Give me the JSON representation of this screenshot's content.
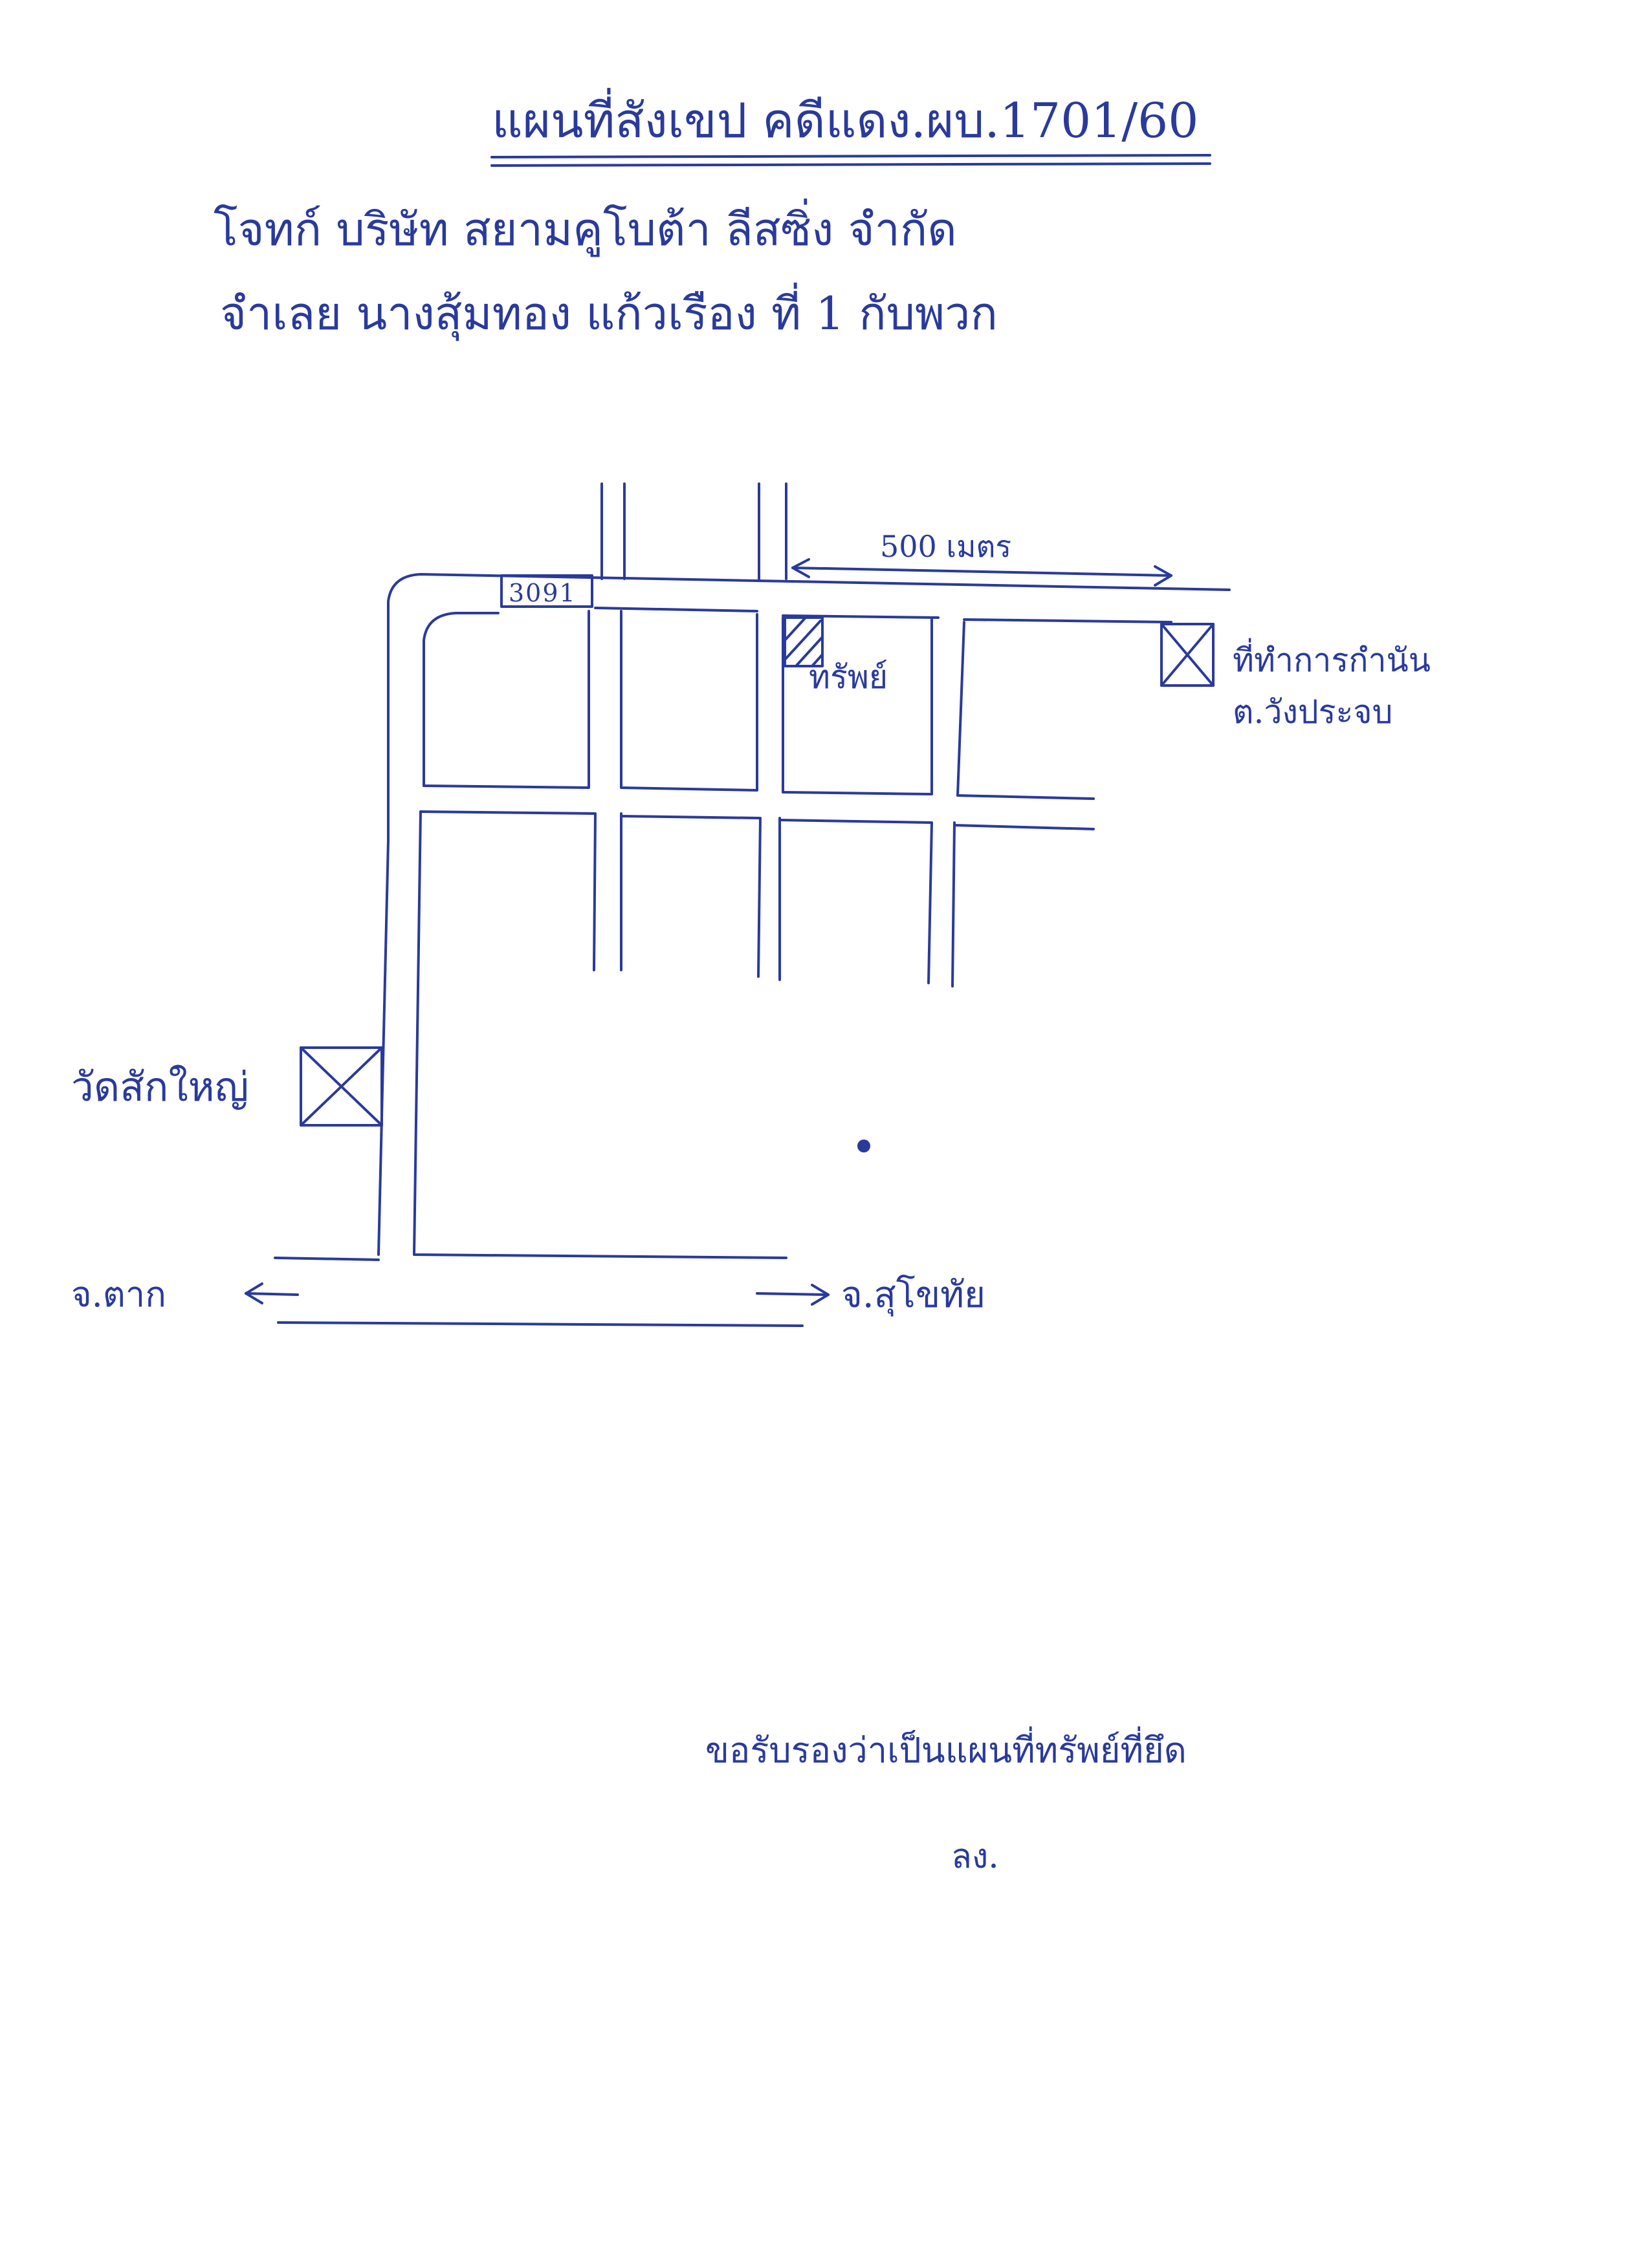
{
  "document": {
    "title": "แผนที่สังเขป คดีแดง.ผบ.1701/60",
    "party_line": "โจทก์ บริษัท สยามคูโบต้า ลีสซิ่ง จำกัด",
    "defendant_line": "จำเลย นางสุ้มทอง แก้วเรือง ที่ 1 กับพวก"
  },
  "map": {
    "route_number": "3091",
    "distance_label": "500 เมตร",
    "asset_label": "ทรัพย์",
    "office_label_line1": "ที่ทำการกำนัน",
    "office_label_line2": "ต.วังประจบ",
    "temple_label": "วัดสักใหญ่",
    "west_direction": "จ.ตาก",
    "east_direction": "จ.สุโขทัย",
    "ink_color": "#2a3a9c"
  },
  "footer": {
    "certification": "ขอรับรองว่าเป็นแผนที่ทรัพย์ที่ยึด",
    "signature": "ลง."
  }
}
